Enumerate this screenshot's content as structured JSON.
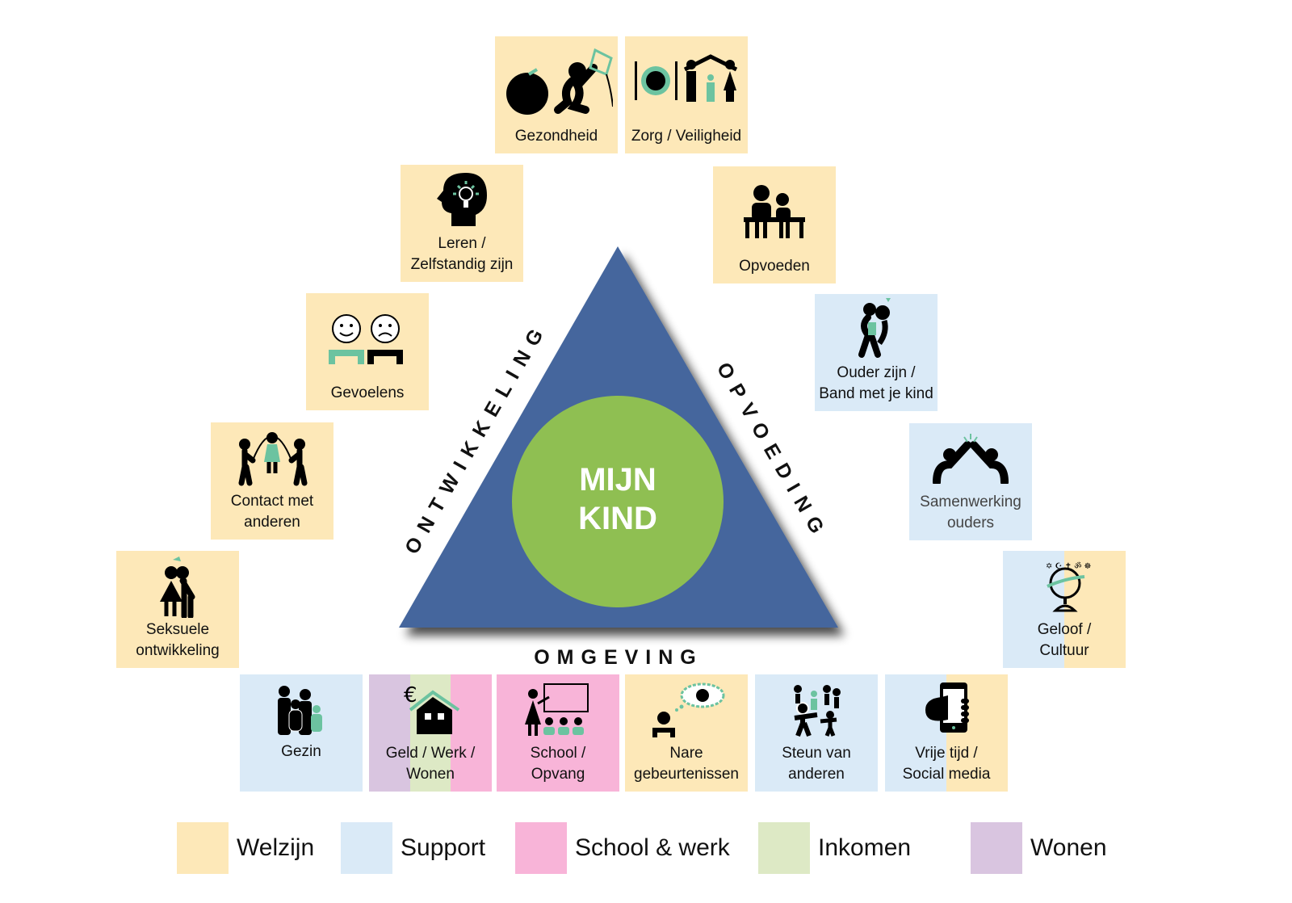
{
  "center": {
    "line1": "MIJN",
    "line2": "KIND"
  },
  "sides": {
    "left": "ONTWIKKELING",
    "right": "OPVOEDING",
    "bottom": "OMGEVING"
  },
  "colors": {
    "triangle": "#44669d",
    "circle": "#8fbf52",
    "welzijn": "#fde8b8",
    "support": "#daeaf7",
    "school": "#f8b4d8",
    "inkomen": "#dde9c5",
    "wonen": "#d9c5e0",
    "accent": "#6cc3a0"
  },
  "tiles": {
    "gezondheid": {
      "label": "Gezondheid",
      "icon": "apple-kite-icon",
      "category": "Welzijn"
    },
    "zorg": {
      "label": "Zorg / Veiligheid",
      "icon": "plate-family-house-icon",
      "category": "Welzijn"
    },
    "leren": {
      "label": "Leren /\nZelfstandig zijn",
      "icon": "head-lightbulb-icon",
      "category": "Welzijn"
    },
    "opvoeden": {
      "label": "Opvoeden",
      "icon": "parent-child-desk-icon",
      "category": "Welzijn"
    },
    "gevoelens": {
      "label": "Gevoelens",
      "icon": "happy-sad-faces-icon",
      "category": "Welzijn"
    },
    "ouder": {
      "label": "Ouder zijn /\nBand met je kind",
      "icon": "piggyback-icon",
      "category": "Support"
    },
    "contact": {
      "label": "Contact met\nanderen",
      "icon": "jump-rope-icon",
      "category": "Welzijn"
    },
    "samenwerking": {
      "label": "Samenwerking\nouders",
      "icon": "high-five-icon",
      "category": "Support"
    },
    "seksuele": {
      "label": "Seksuele\nontwikkeling",
      "icon": "couple-kiss-icon",
      "category": "Welzijn"
    },
    "geloof": {
      "label": "Geloof /\nCultuur",
      "icon": "globe-religion-icon",
      "category": "Support + Welzijn"
    },
    "gezin": {
      "label": "Gezin",
      "icon": "family-icon",
      "category": "Support"
    },
    "geld": {
      "label": "Geld / Werk /\nWonen",
      "icon": "house-euro-icon",
      "category": "Wonen + Inkomen + School & werk"
    },
    "school": {
      "label": "School /\nOpvang",
      "icon": "teacher-class-icon",
      "category": "School & werk"
    },
    "nare": {
      "label": "Nare\ngebeurtenissen",
      "icon": "sad-thought-icon",
      "category": "Welzijn"
    },
    "steun": {
      "label": "Steun van\nanderen",
      "icon": "group-support-icon",
      "category": "Support"
    },
    "vrije": {
      "label": "Vrije tijd /\nSocial media",
      "icon": "phone-hand-icon",
      "category": "Support + Welzijn"
    }
  },
  "legend": [
    {
      "label": "Welzijn",
      "color": "#fde8b8"
    },
    {
      "label": "Support",
      "color": "#daeaf7"
    },
    {
      "label": "School & werk",
      "color": "#f8b4d8"
    },
    {
      "label": "Inkomen",
      "color": "#dde9c5"
    },
    {
      "label": "Wonen",
      "color": "#d9c5e0"
    }
  ]
}
